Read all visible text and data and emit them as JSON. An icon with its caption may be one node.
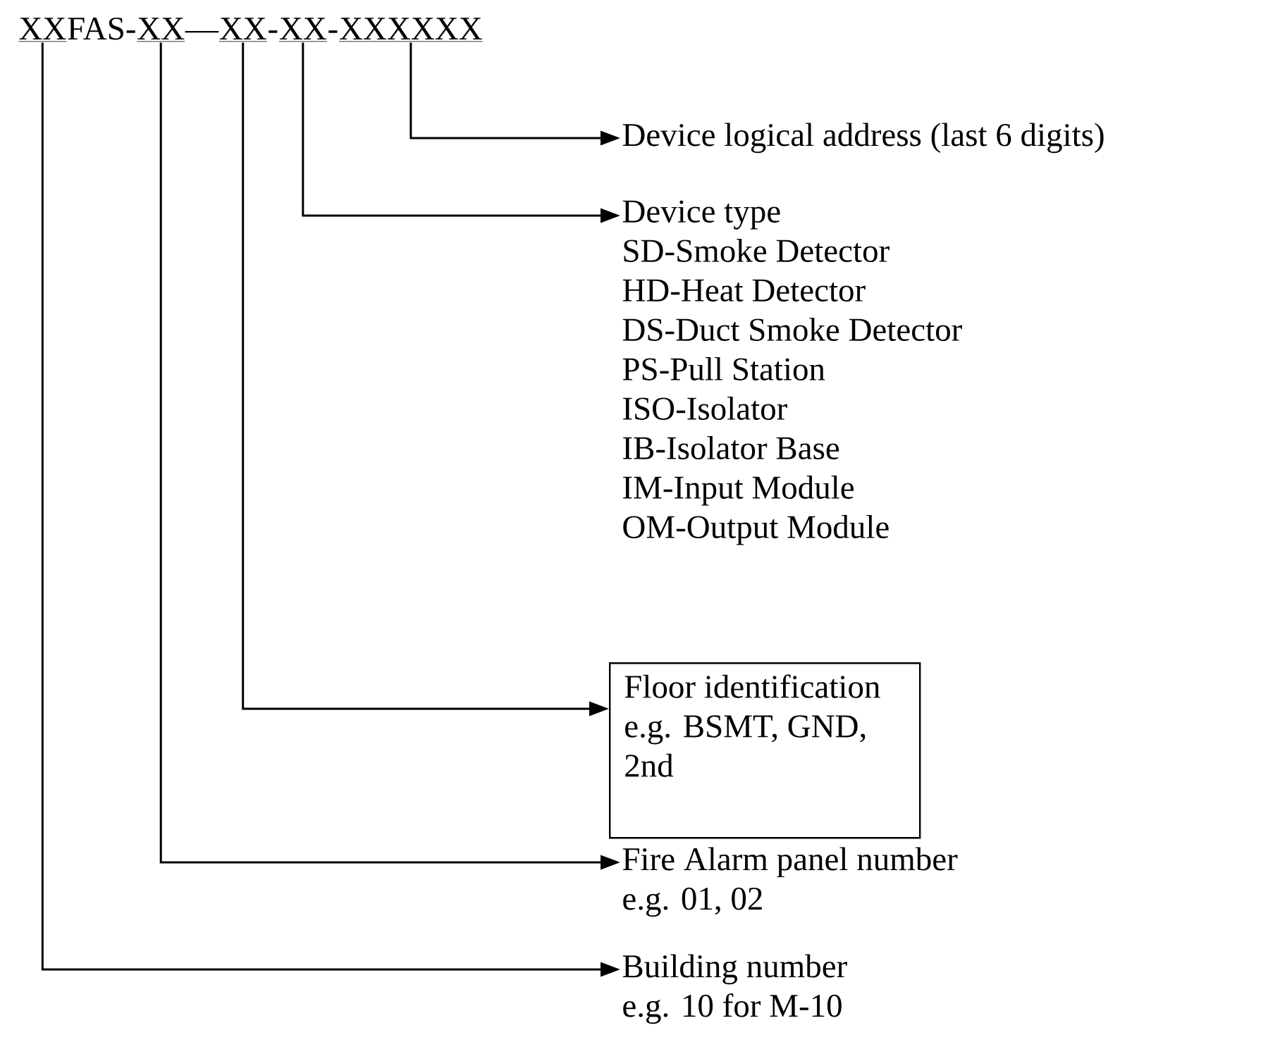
{
  "diagram": {
    "nodes": [
      {
        "text": [
          "XX"
        ]
      },
      {
        "text": [
          "XX"
        ]
      },
      {
        "text": [
          "XX"
        ]
      },
      {
        "text": [
          "XX"
        ]
      },
      {
        "text": [
          "XXXXXX"
        ]
      },
      {
        "text": [
          "Device logical address (last 6 digits)"
        ]
      },
      {
        "text": [
          "Device type",
          "SD-Smoke Detector",
          "HD-Heat Detector",
          "DS-Duct Smoke Detector",
          "PS-Pull Station",
          "ISO-Isolator",
          "IB-Isolator Base",
          "IM-Input Module",
          "OM-Output Module"
        ]
      },
      {
        "text": [
          "Floor identification",
          "e.g. BSMT, GND, 2nd"
        ]
      },
      {
        "text": [
          "Fire Alarm panel number",
          "e.g. 01, 02"
        ]
      },
      {
        "text": [
          "Building number",
          "e.g. 10 for M-10"
        ]
      }
    ],
    "edges": [
      {
        "from": 4,
        "to": 5,
        "arrow": "to"
      },
      {
        "from": 3,
        "to": 6,
        "arrow": "to"
      },
      {
        "from": 2,
        "to": 7,
        "arrow": "to"
      },
      {
        "from": 1,
        "to": 8,
        "arrow": "to"
      },
      {
        "from": 0,
        "to": 9,
        "arrow": "to"
      }
    ],
    "labels": [
      "FAS-",
      "—",
      "-",
      "-"
    ]
  }
}
